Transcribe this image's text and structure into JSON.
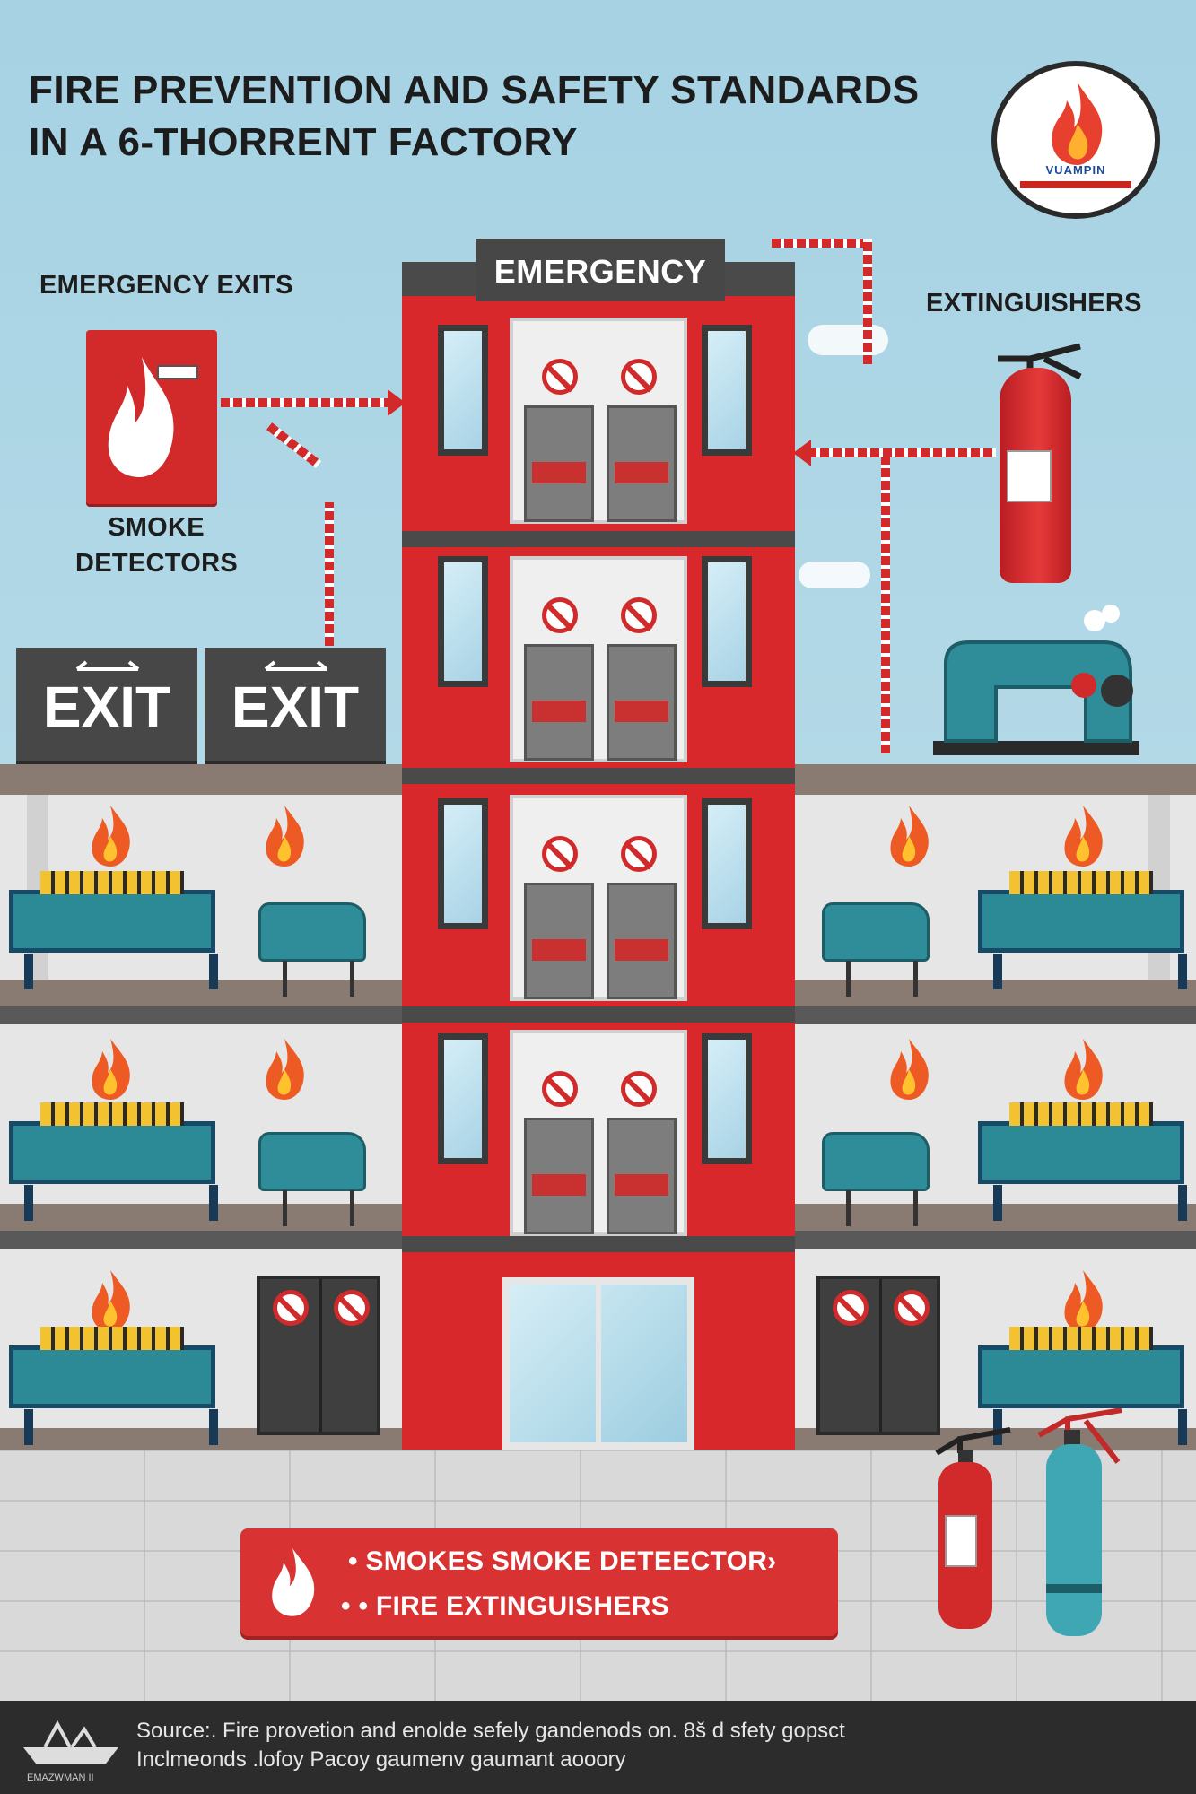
{
  "title": {
    "line1": "FIRE PREVENTION AND SAFETY STANDARDS",
    "line2": "IN A 6-THORRENT FACTORY"
  },
  "logo": {
    "text": "VUAMPIN",
    "icon": "flame-icon",
    "color_ring": "#2a2a2a",
    "color_flame": "#e8402e"
  },
  "labels": {
    "emergency_exits": "EMERGENCY EXITS",
    "extinguishers": "EXTINGUISHERS",
    "smoke_line1": "SMOKE",
    "smoke_line2": "DETECTORS"
  },
  "tower": {
    "sign": "EMERGENCY",
    "color": "#d8282c"
  },
  "exits": [
    "EXIT",
    "EXIT"
  ],
  "legend": {
    "item1": "• SMOKES SMOKE DETEECTOR›",
    "item2": "• • FIRE EXTINGUISHERS",
    "icon": "flame-icon"
  },
  "footer": {
    "line1": "Source:. Fire provetion and enolde sefely gandenods on. 8š d sfety gopsct",
    "line2": "Inclmeonds .lofoy Pacoy gaumenv gaumant aooory",
    "logo_caption": "EMAZWMAN II"
  },
  "colors": {
    "sky": "#a9d3e3",
    "red": "#d8282c",
    "dark": "#474747",
    "teal": "#2b8a96"
  }
}
